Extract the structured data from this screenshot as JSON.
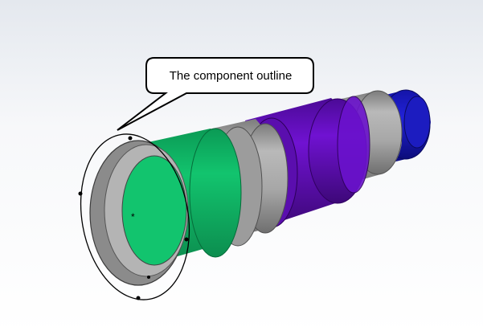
{
  "viewport": {
    "callout": {
      "text": "The component outline"
    },
    "colors": {
      "background_top": "#e4e8ee",
      "background_bottom": "#ffffff",
      "gray_section": "#a3a3a3",
      "green_section": "#10c06a",
      "purple_section": "#6a10c8",
      "blue_section": "#1a1ac8",
      "sketch_outline": "#000000"
    },
    "sketch": {
      "shape": "circle",
      "point_markers": 5,
      "center_marker": "asterisk"
    }
  }
}
